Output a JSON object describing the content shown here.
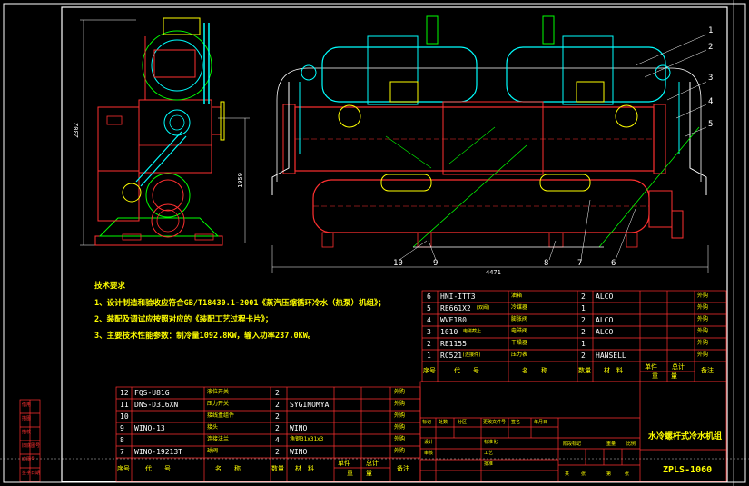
{
  "notes": {
    "title": "技术要求",
    "item1": "1、设计制造和验收应符合GB/T18430.1-2001《蒸汽压缩循环冷水（热泵）机组》；",
    "item2": "2、装配及调试应按照对应的《装配工艺过程卡片》；",
    "item3": "3、主要技术性能参数：制冷量1092.8KW，输入功率237.0KW。"
  },
  "dims": {
    "height_left": "2302",
    "height_mid": "1959",
    "length": "4471"
  },
  "callouts": [
    "1",
    "2",
    "3",
    "4",
    "5",
    "6",
    "7",
    "8",
    "9",
    "10"
  ],
  "bom_right": [
    {
      "no": "6",
      "code": "HNI-ITT3",
      "name": "油箱",
      "qty": "2",
      "material": "ALCO",
      "src": "外购"
    },
    {
      "no": "5",
      "code": "RE661X2",
      "code_note": "(双阀)",
      "name": "冷媒器",
      "qty": "1",
      "material": "",
      "src": "外购"
    },
    {
      "no": "4",
      "code": "WVE180",
      "name": "膨胀阀",
      "qty": "2",
      "material": "ALCO",
      "src": "外购"
    },
    {
      "no": "3",
      "code": "1010",
      "code_note": "电磁截止",
      "name": "电磁阀",
      "qty": "2",
      "material": "ALCO",
      "src": "外购"
    },
    {
      "no": "2",
      "code": "RE1155",
      "name": "干燥器",
      "qty": "1",
      "material": "",
      "src": "外购"
    },
    {
      "no": "1",
      "code": "RC521",
      "code_note": "(连接件)",
      "name": "压力表",
      "qty": "2",
      "material": "HANSELL",
      "src": "外购"
    }
  ],
  "bom_right_header": {
    "no": "序号",
    "code": "代　　号",
    "name": "名　　称",
    "qty": "数量",
    "material": "材　料",
    "unit": "单件",
    "total": "总计",
    "weight": "重　　量",
    "remark": "备注"
  },
  "bom_left": [
    {
      "no": "12",
      "code": "FQS-U81G",
      "name": "液位开关",
      "qty": "2",
      "material": "",
      "src": "外购"
    },
    {
      "no": "11",
      "code": "DNS-D316XN",
      "name": "压力开关",
      "qty": "2",
      "material": "SYGINOMYA",
      "src": "外购"
    },
    {
      "no": "10",
      "code": "",
      "name": "接线盒组件",
      "qty": "2",
      "material": "",
      "src": "外购"
    },
    {
      "no": "9",
      "code": "WINO-13",
      "name": "接头",
      "qty": "2",
      "material": "WINO",
      "src": "外购"
    },
    {
      "no": "8",
      "code": "",
      "name": "连接法兰",
      "qty": "4",
      "material": "角钢31x31x3",
      "src": "外购"
    },
    {
      "no": "7",
      "code": "WINO-19213T",
      "name": "球阀",
      "qty": "2",
      "material": "WINO",
      "src": "外购"
    }
  ],
  "bom_left_header": {
    "no": "序号",
    "code": "代　　号",
    "name": "名　　称",
    "qty": "数量",
    "material": "材　料",
    "unit": "单件",
    "total": "总计",
    "weight": "重　　量",
    "remark": "备注"
  },
  "title_block": {
    "product": "水冷螺杆式冷水机组",
    "drawing_no": "ZPLS-1060",
    "labels": [
      "标记",
      "处数",
      "分区",
      "更改文件号",
      "签名",
      "年月日",
      "设计",
      "标准化",
      "审核",
      "工艺",
      "批准",
      "阶段标记",
      "重量",
      "比例",
      "共",
      "张",
      "第",
      "张"
    ]
  },
  "side_labels": [
    "借用",
    "描图",
    "描校",
    "旧底图号",
    "底图号",
    "签字",
    "日期"
  ]
}
